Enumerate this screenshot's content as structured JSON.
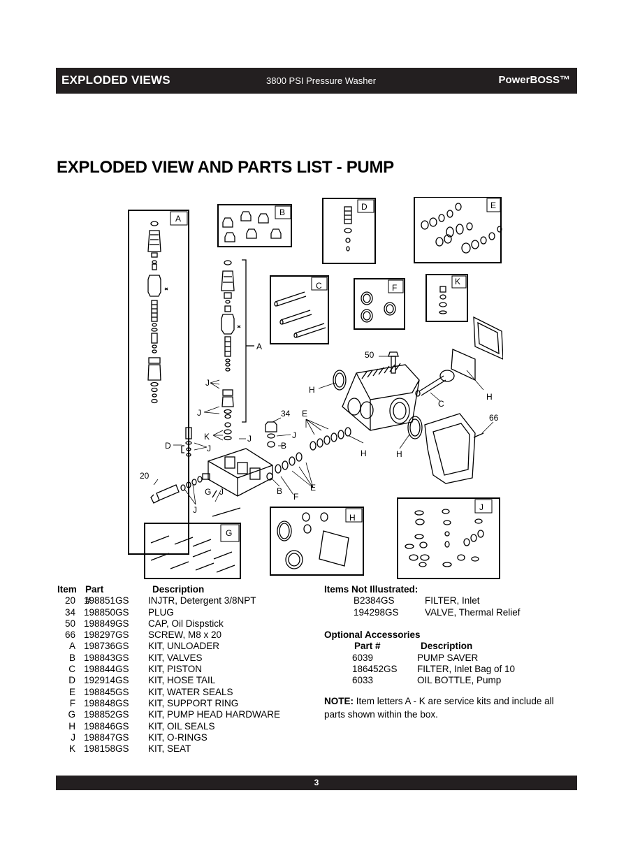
{
  "header": {
    "section": "EXPLODED VIEWS",
    "product": "3800 PSI Pressure Washer",
    "brand": "PowerBOSS™"
  },
  "title": "EXPLODED VIEW AND PARTS LIST - PUMP",
  "diagram_labels": {
    "A": "A",
    "B": "B",
    "C": "C",
    "D": "D",
    "E": "E",
    "F": "F",
    "G": "G",
    "H": "H",
    "J": "J",
    "K": "K",
    "n20": "20",
    "n34": "34",
    "n50": "50",
    "n66": "66"
  },
  "parts_list": {
    "headers": {
      "item": "Item",
      "part": "Part #",
      "description": "Description"
    },
    "rows": [
      {
        "item": "20",
        "part": "198851GS",
        "description": "INJTR, Detergent 3/8NPT"
      },
      {
        "item": "34",
        "part": "198850GS",
        "description": "PLUG"
      },
      {
        "item": "50",
        "part": "198849GS",
        "description": "CAP, Oil Dispstick"
      },
      {
        "item": "66",
        "part": "198297GS",
        "description": "SCREW, M8 x 20"
      },
      {
        "item": "A",
        "part": "198736GS",
        "description": "KIT, UNLOADER"
      },
      {
        "item": "B",
        "part": "198843GS",
        "description": "KIT, VALVES"
      },
      {
        "item": "C",
        "part": "198844GS",
        "description": "KIT, PISTON"
      },
      {
        "item": "D",
        "part": "192914GS",
        "description": "KIT, HOSE TAIL"
      },
      {
        "item": "E",
        "part": "198845GS",
        "description": "KIT, WATER SEALS"
      },
      {
        "item": "F",
        "part": "198848GS",
        "description": "KIT, SUPPORT RING"
      },
      {
        "item": "G",
        "part": "198852GS",
        "description": "KIT, PUMP HEAD HARDWARE"
      },
      {
        "item": "H",
        "part": "198846GS",
        "description": "KIT, OIL SEALS"
      },
      {
        "item": "J",
        "part": "198847GS",
        "description": "KIT, O-RINGS"
      },
      {
        "item": "K",
        "part": "198158GS",
        "description": "KIT, SEAT"
      }
    ]
  },
  "not_illustrated": {
    "heading": "Items Not Illustrated:",
    "rows": [
      {
        "part": "B2384GS",
        "description": "FILTER, Inlet"
      },
      {
        "part": "194298GS",
        "description": "VALVE, Thermal Relief"
      }
    ]
  },
  "optional_accessories": {
    "heading": "Optional Accessories",
    "headers": {
      "part": "Part #",
      "description": "Description"
    },
    "rows": [
      {
        "part": "6039",
        "description": "PUMP SAVER"
      },
      {
        "part": "186452GS",
        "description": "FILTER, Inlet Bag of 10"
      },
      {
        "part": "6033",
        "description": "OIL BOTTLE, Pump"
      }
    ]
  },
  "note": {
    "label": "NOTE:",
    "text": "Item letters A - K are service kits and include all parts shown within the box."
  },
  "footer": {
    "page_number": "3"
  }
}
